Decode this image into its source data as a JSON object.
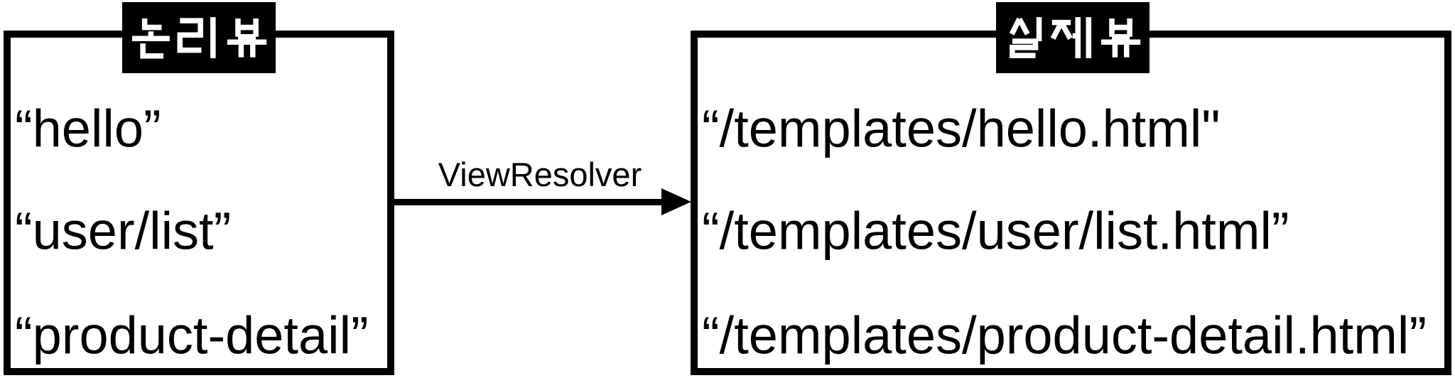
{
  "diagram": {
    "left_box": {
      "title": "논리 뷰",
      "items": [
        "“hello”",
        "“user/list”",
        "“product-detail”"
      ]
    },
    "arrow": {
      "label": "ViewResolver"
    },
    "right_box": {
      "title": "실제 뷰",
      "items": [
        "“/templates/hello.html\"",
        "“/templates/user/list.html”",
        "“/templates/product-detail.html”"
      ]
    },
    "colors": {
      "foreground": "#000000",
      "background": "#ffffff"
    }
  }
}
